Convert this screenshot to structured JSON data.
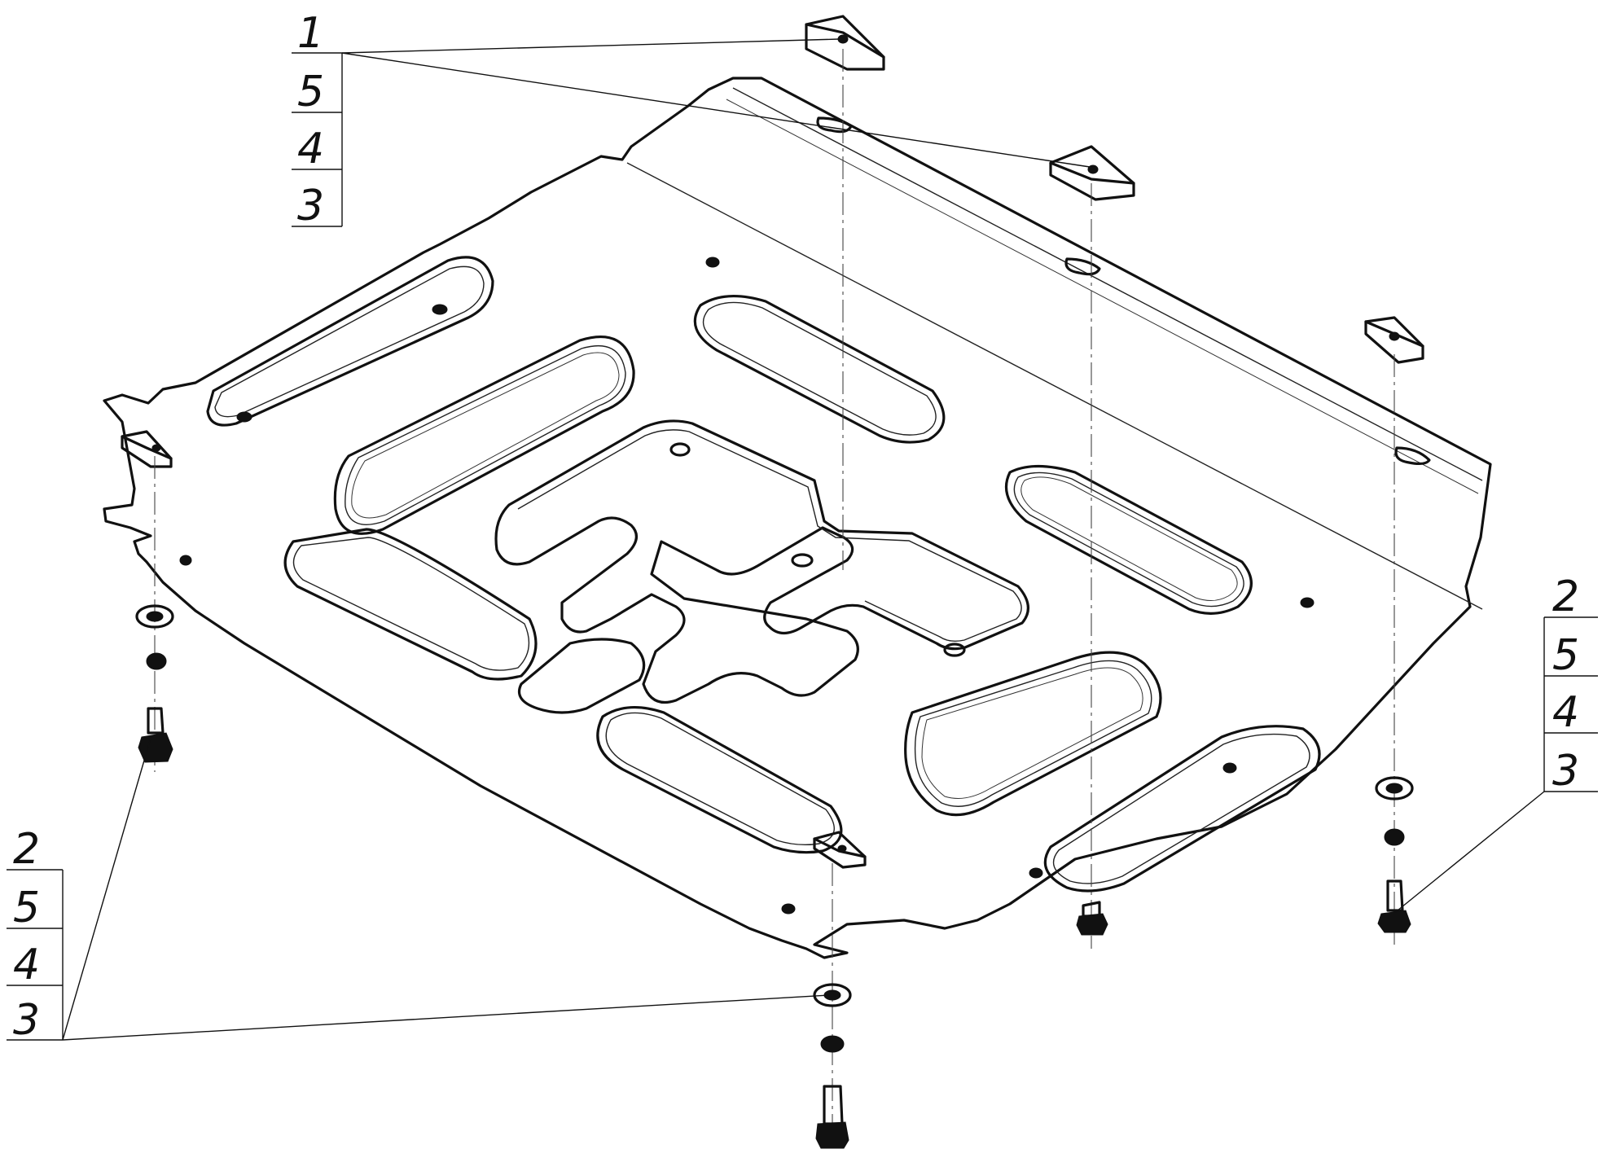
{
  "callouts": [
    {
      "id": "top-left",
      "items": [
        "1",
        "5",
        "4",
        "3"
      ]
    },
    {
      "id": "right",
      "items": [
        "2",
        "5",
        "4",
        "3"
      ]
    },
    {
      "id": "bottom-left",
      "items": [
        "2",
        "5",
        "4",
        "3"
      ]
    }
  ]
}
